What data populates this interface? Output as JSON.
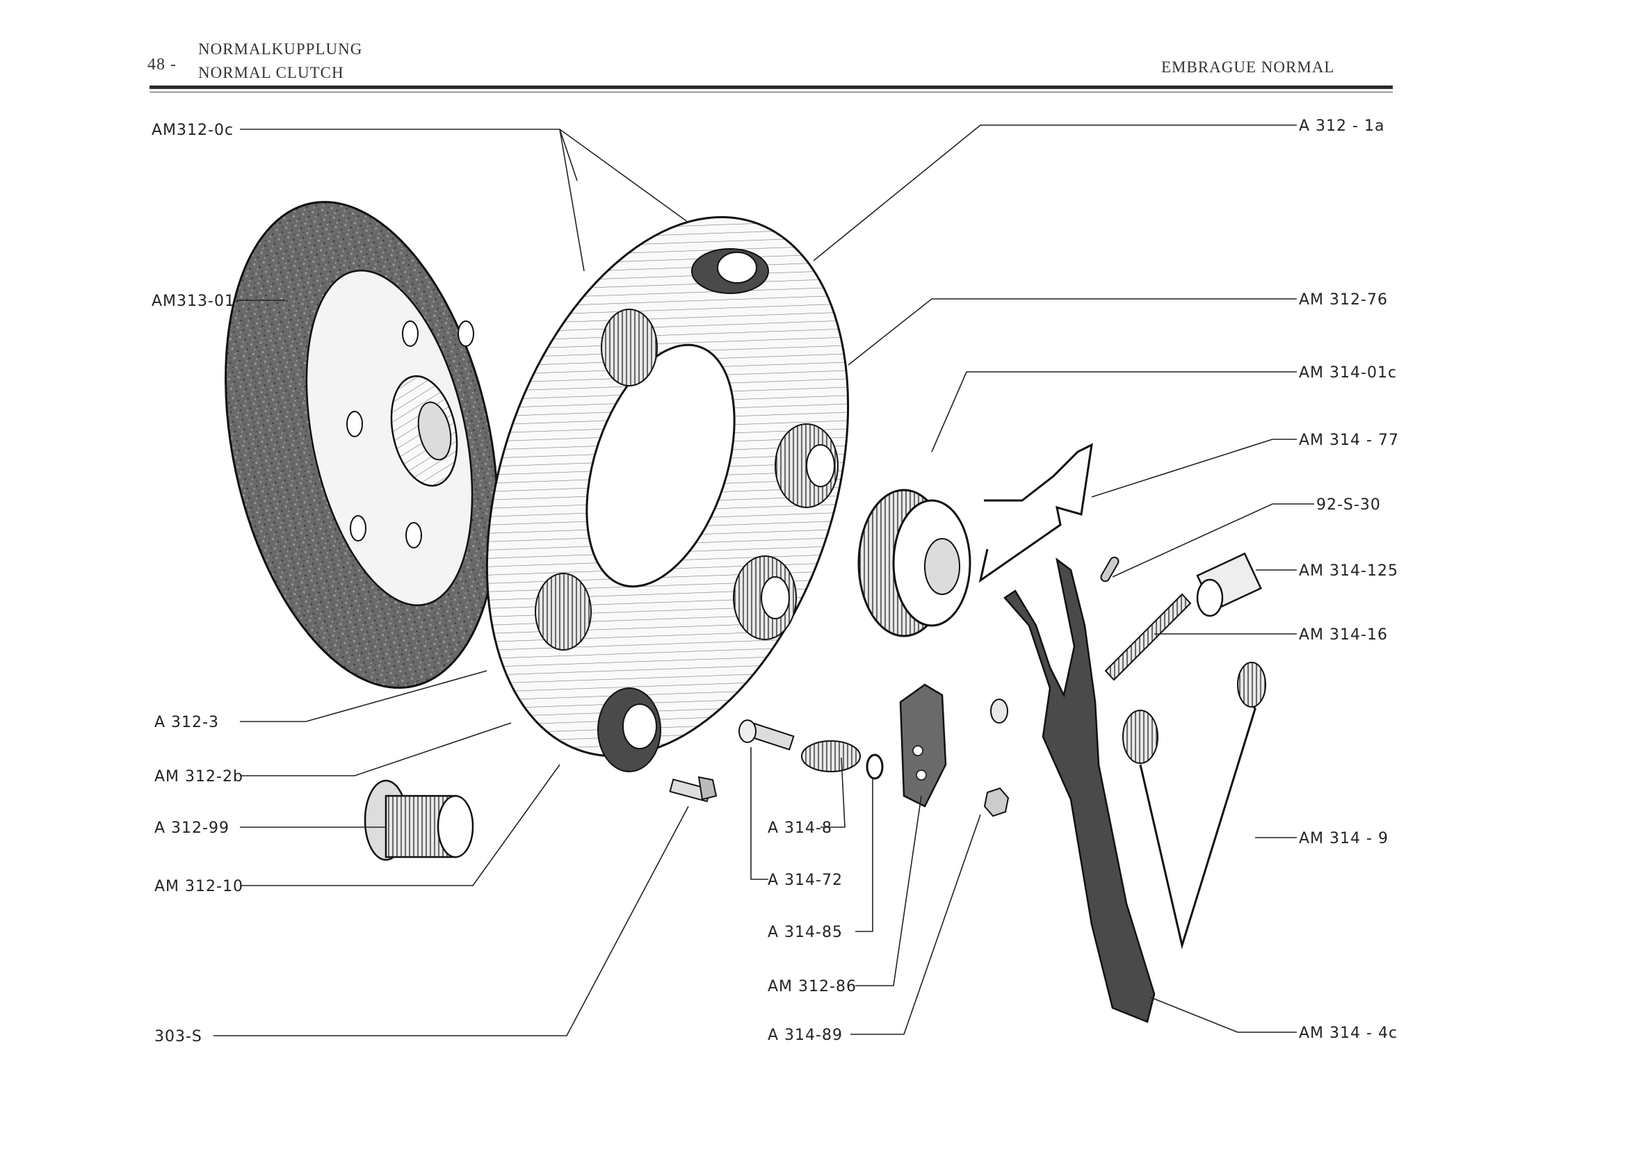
{
  "header": {
    "page_number": "48 -",
    "title_de": "NORMALKUPPLUNG",
    "title_en": "NORMAL CLUTCH",
    "title_fr": "EMBRAGUE NORMAL"
  },
  "parts": [
    {
      "id": "AM312-0c",
      "label": "AM312-0c"
    },
    {
      "id": "AM313-01",
      "label": "AM313-01"
    },
    {
      "id": "A312-3",
      "label": "A  312-3"
    },
    {
      "id": "AM312-2b",
      "label": "AM 312-2b"
    },
    {
      "id": "A312-99",
      "label": "A  312-99"
    },
    {
      "id": "AM312-10",
      "label": "AM 312-10"
    },
    {
      "id": "303-S",
      "label": "303-S"
    },
    {
      "id": "A314-8",
      "label": "A 314-8"
    },
    {
      "id": "A314-72",
      "label": "A 314-72"
    },
    {
      "id": "A314-85",
      "label": "A 314-85"
    },
    {
      "id": "AM312-86",
      "label": "AM 312-86"
    },
    {
      "id": "A314-89",
      "label": "A 314-89"
    },
    {
      "id": "A312-1a",
      "label": "A  312 - 1a"
    },
    {
      "id": "AM312-76",
      "label": "AM 312-76"
    },
    {
      "id": "AM314-01c",
      "label": "AM 314-01c"
    },
    {
      "id": "AM314-77",
      "label": "AM 314 - 77"
    },
    {
      "id": "92-S-30",
      "label": "92-S-30"
    },
    {
      "id": "AM314-125",
      "label": "AM 314-125"
    },
    {
      "id": "AM314-16",
      "label": "AM 314-16"
    },
    {
      "id": "AM314-9",
      "label": "AM 314 - 9"
    },
    {
      "id": "AM314-4c",
      "label": "AM 314 - 4c"
    }
  ]
}
